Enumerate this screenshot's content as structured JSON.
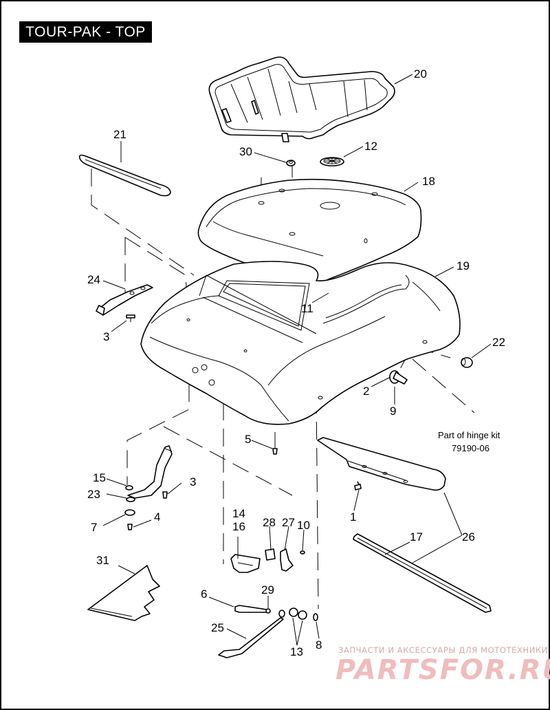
{
  "title": "TOUR-PAK - TOP",
  "callouts": [
    {
      "n": "20",
      "part": "luggage-rack"
    },
    {
      "n": "21",
      "part": "trim-strip"
    },
    {
      "n": "30",
      "part": "rack-nut"
    },
    {
      "n": "12",
      "part": "speaker-grille"
    },
    {
      "n": "18",
      "part": "lid-top-cover"
    },
    {
      "n": "19",
      "part": "tour-pak-lid"
    },
    {
      "n": "24",
      "part": "rear-bracket"
    },
    {
      "n": "3",
      "part": "screw"
    },
    {
      "n": "11",
      "part": "grommet"
    },
    {
      "n": "22",
      "part": "bumper"
    },
    {
      "n": "2",
      "part": "pivot-stud"
    },
    {
      "n": "9",
      "part": "screw"
    },
    {
      "n": "5",
      "part": "screw"
    },
    {
      "n": "15",
      "part": "washer"
    },
    {
      "n": "3",
      "part": "screw"
    },
    {
      "n": "23",
      "part": "washer"
    },
    {
      "n": "7",
      "part": "washer"
    },
    {
      "n": "4",
      "part": "screw"
    },
    {
      "n": "14",
      "part": "latch-plate"
    },
    {
      "n": "16",
      "part": "latch-plate"
    },
    {
      "n": "28",
      "part": "bracket"
    },
    {
      "n": "27",
      "part": "latch"
    },
    {
      "n": "10",
      "part": "nut"
    },
    {
      "n": "1",
      "part": "screw"
    },
    {
      "n": "17",
      "part": "hinge-strip"
    },
    {
      "n": "26",
      "part": "hinge-kit"
    },
    {
      "n": "31",
      "part": "liner"
    },
    {
      "n": "6",
      "part": "bolt"
    },
    {
      "n": "29",
      "part": "washer"
    },
    {
      "n": "25",
      "part": "lid-strap"
    },
    {
      "n": "13",
      "part": "spacers"
    },
    {
      "n": "8",
      "part": "clip"
    }
  ],
  "note": {
    "line1": "Part of hinge kit",
    "line2": "79190-06"
  },
  "watermark": {
    "tagline": "ЗАПЧАСТИ И АКСЕССУАРЫ ДЛЯ МОТОТЕХНИКИ",
    "brand": "PARTSFOR.RU"
  },
  "colors": {
    "ink": "#000000",
    "background": "#ffffff",
    "watermark": "#f0bcbc"
  }
}
